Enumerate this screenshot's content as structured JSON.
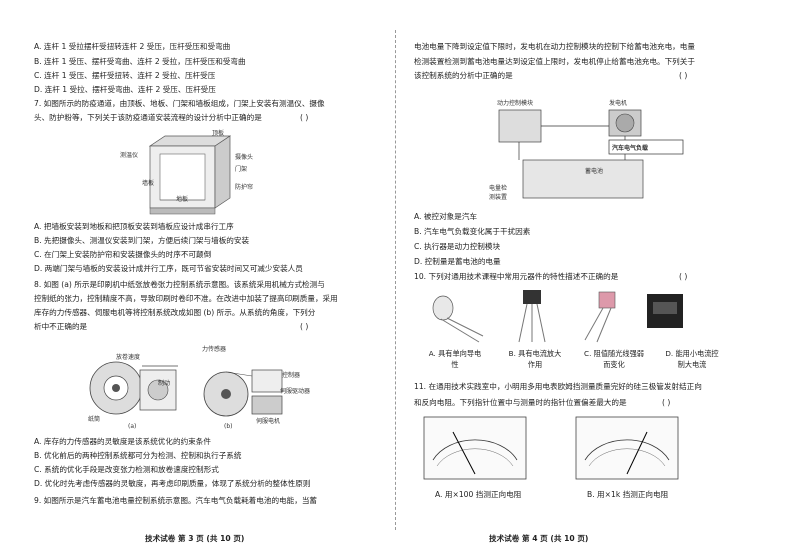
{
  "left": {
    "q6_options": [
      "A. 连杆 1 受拉摆杆受扭转连杆 2 受压，压杆受压和受弯曲",
      "B. 连杆 1 受压、摆杆受弯曲、连杆 2 受拉，压杆受压和受弯曲",
      "C. 连杆 1 受压、摆杆受扭转、连杆 2 受拉、压杆受压",
      "D. 连杆 1 受拉、摆杆受弯曲、连杆 2 受压、压杆受压"
    ],
    "q7": {
      "stem_lines": [
        "7. 如图所示的防疫通道，由顶板、地板、门架和墙板组成，门架上安装有测温仪、摄像",
        "头、防护粉等，下列关于该防疫通道安装流程的设计分析中正确的是"
      ],
      "paren": "(        )",
      "fig_labels": {
        "top": "顶板",
        "thermo": "测温仪",
        "camera": "摄像头",
        "frame": "门架",
        "wall": "墙板",
        "guard": "防护帘",
        "floor": "地板"
      },
      "options": [
        "A. 把墙板安装到地板和把顶板安装到墙板应设计成串行工序",
        "B. 先把摄像头、测温仪安装到门架，方便后续门架与墙板的安装",
        "C. 在门架上安装防护帘和安装摄像头的时序不可颠倒",
        "D. 两端门架与墙板的安装设计成并行工序，既可节省安装时间又可减少安装人员"
      ]
    },
    "q8": {
      "stem_lines": [
        "8. 如图 (a) 所示是印刷机中纸张放卷张力控制系统示意图。该系统采用机械方式检测与",
        "控制纸的张力，控制精度不高，导致印刷时卷印不准。在改进中加装了提高印刷质量，采用",
        "库存的力传感器、伺服电机等将控制系统改成如图 (b) 所示。从系统的角度，下列分",
        "析中不正确的是"
      ],
      "paren": "(        )",
      "fig_a_labels": {
        "speed": "放卷速度",
        "brake": "制动",
        "paper": "纸筒",
        "cap": "(a)"
      },
      "fig_b_labels": {
        "sensor": "力传感器",
        "ctrl": "控制器",
        "servo": "伺服驱动器",
        "motor": "伺服电机",
        "cap": "(b)"
      },
      "options": [
        "A. 库存的力传感器的灵敏度是该系统优化的约束条件",
        "B. 优化前后的两种控制系统都可分为检测、控制和执行子系统",
        "C. 系统的优化手段是改变张力检测和放卷速度控制形式",
        "D. 优化时先考虑传感器的灵敏度，再考虑印刷质量，体现了系统分析的整体性原则"
      ]
    },
    "q9_line": "9. 如图所示是汽车蓄电池电量控制系统示意图。汽车电气负载耗着电池的电能，当蓄",
    "footer": "技术试卷   第 3 页  (共 10 页)"
  },
  "right": {
    "q9_cont_lines": [
      "电池电量下降到设定值下限时，发电机在动力控制模块的控制下给蓄电池充电，电量",
      "检测装置检测到蓄电池电量达到设定值上限时，发电机停止给蓄电池充电。下列关于",
      "该控制系统的分析中正确的是"
    ],
    "paren": "(        )",
    "q9_fig_labels": {
      "module": "动力控制模块",
      "gen": "发电机",
      "load": "汽车电气负载",
      "battery": "蓄电池",
      "detect": "电量检\n测装置"
    },
    "q9_options": [
      "A. 被控对象是汽车",
      "B. 汽车电气负载变化属于干扰因素",
      "C. 执行器是动力控制模块",
      "D. 控制量是蓄电池的电量"
    ],
    "q10_line": "10. 下列对通用技术课程中常用元器件的特性描述不正确的是",
    "q10_options": [
      {
        "l1": "A. 具有单向导电",
        "l2": "性"
      },
      {
        "l1": "B. 具有电流放大",
        "l2": "作用"
      },
      {
        "l1": "C. 阻值随光线强弱",
        "l2": "而变化"
      },
      {
        "l1": "D. 能用小电流控",
        "l2": "制大电流"
      }
    ],
    "q11_lines": [
      "11. 在通用技术实践室中，小明用多用电表欧姆挡测量质量完好的硅三极管发射结正向",
      "和反向电阻。下列指针位置中与测量时的指针位置偏差最大的是"
    ],
    "q11_paren": "(        )",
    "q11_options": [
      "A. 用×100 挡测正向电阻",
      "B. 用×1k 挡测正向电阻"
    ],
    "footer": "技术试卷   第 4 页  (共 10 页)"
  }
}
